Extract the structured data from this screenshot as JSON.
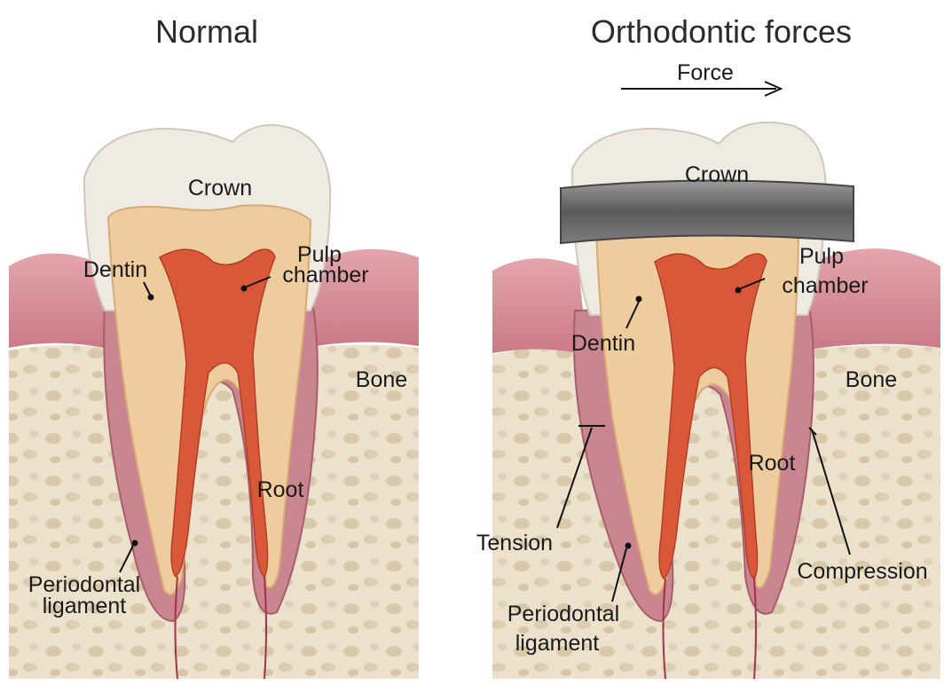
{
  "left_panel": {
    "title": "Normal",
    "labels": {
      "crown": "Crown",
      "dentin": "Dentin",
      "pulp_line1": "Pulp",
      "pulp_line2": "chamber",
      "bone": "Bone",
      "root": "Root",
      "pdl_line1": "Periodontal",
      "pdl_line2": "ligament"
    }
  },
  "right_panel": {
    "title": "Orthodontic forces",
    "force_label": "Force",
    "labels": {
      "crown": "Crown",
      "pulp_line1": "Pulp",
      "pulp_line2": "chamber",
      "dentin": "Dentin",
      "bone": "Bone",
      "root": "Root",
      "tension": "Tension",
      "compression": "Compression",
      "pdl_line1": "Periodontal",
      "pdl_line2": "ligament"
    }
  },
  "colors": {
    "gum": "#d9949f",
    "bone": "#e9dcc4",
    "enamel": "#ece8e0",
    "dentin": "#edc99a",
    "pulp": "#d9583a",
    "ligament": "#c07c86",
    "band": "#6f6f6f"
  }
}
